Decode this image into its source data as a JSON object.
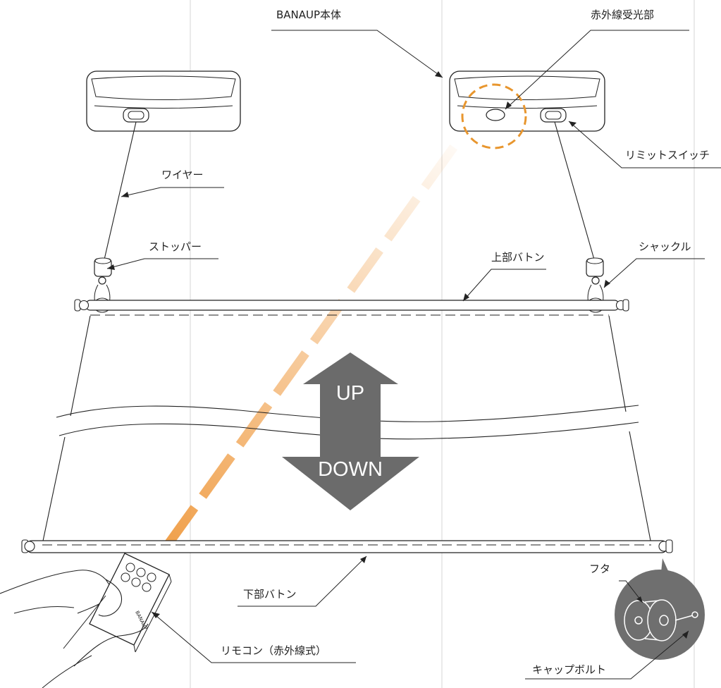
{
  "labels": {
    "banaup_body": "BANAUP本体",
    "ir_receiver": "赤外線受光部",
    "limit_switch": "リミットスイッチ",
    "wire": "ワイヤー",
    "stopper": "ストッパー",
    "shackle": "シャックル",
    "upper_baton": "上部バトン",
    "lower_baton": "下部バトン",
    "remote": "リモコン（赤外線式）",
    "lid": "フタ",
    "cap_bolt": "キャップボルト",
    "remote_brand": "BANAUP"
  },
  "arrow": {
    "up": "UP",
    "down": "DOWN",
    "color": "#6b6b6b"
  },
  "colors": {
    "ir_beam": "#f0a04b",
    "highlight_circle": "#e8962e",
    "guide_lines": "#e3e3e3",
    "detail_circle": "#6f6f6f"
  }
}
